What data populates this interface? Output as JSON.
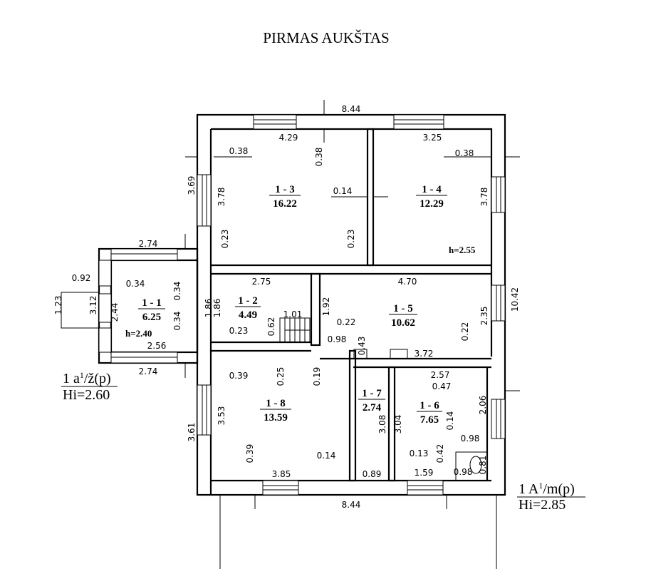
{
  "title": "PIRMAS AUKŠTAS",
  "overall": {
    "width_top": "8.44",
    "width_bottom": "8.44",
    "height_right": "10.42"
  },
  "rooms": [
    {
      "id": "1 - 1",
      "area": "6.25"
    },
    {
      "id": "1 - 2",
      "area": "4.49"
    },
    {
      "id": "1 - 3",
      "area": "16.22"
    },
    {
      "id": "1 - 4",
      "area": "12.29"
    },
    {
      "id": "1 - 5",
      "area": "10.62"
    },
    {
      "id": "1 - 6",
      "area": "7.65"
    },
    {
      "id": "1 - 7",
      "area": "2.74"
    },
    {
      "id": "1 - 8",
      "area": "13.59"
    }
  ],
  "heights": {
    "room_1_4": "h=2.55",
    "room_1_1": "h=2.40"
  },
  "annex_label": {
    "line1": "1 a",
    "sup": "1",
    "line1b": "/ž(p)",
    "line2": "Hi=2.60"
  },
  "main_label": {
    "line1": "1 A",
    "sup": "1",
    "line1b": "/m(p)",
    "line2": "Hi=2.85"
  },
  "dims": {
    "r3_width": "4.29",
    "r3_wall_left": "0.38",
    "r3_wall_top": "0.38",
    "r3_height": "3.78",
    "r3_partition": "0.14",
    "r3_low_left": "0.23",
    "r3_low_right": "0.23",
    "r4_width": "3.25",
    "r4_wall": "0.38",
    "r4_height": "3.78",
    "left_upper": "3.69",
    "r11_top": "2.74",
    "r11_bottom_outer": "2.74",
    "r11_inner": "2.56",
    "r11_step": "0.92",
    "r11_wall": "0.34",
    "r11_v1": "0.34",
    "r11_v2": "0.34",
    "r11_h": "2.44",
    "r11_out": "3.12",
    "r11_side": "1.23",
    "r2_width": "2.75",
    "r2_h": "1.86",
    "r2_left": "1.86",
    "r2_stairs": "1.01",
    "r2_a": "0.23",
    "r2_b": "0.62",
    "r5_width": "4.70",
    "r5_h": "1.92",
    "r5_right": "2.35",
    "r5_a": "0.22",
    "r5_b": "0.98",
    "r5_c": "0.22",
    "r5_d": "0.43",
    "r5_e": "3.72",
    "r8_wall": "0.39",
    "r8_a": "0.25",
    "r8_b": "0.19",
    "r8_h": "3.53",
    "r8_low": "0.39",
    "r8_part": "0.14",
    "r8_width": "3.85",
    "left_lower": "3.61",
    "r7_h": "3.08",
    "r7_w": "0.89",
    "r6_width": "2.57",
    "r6_a": "0.47",
    "r6_h": "3.04",
    "r6_r": "2.06",
    "r6_b": "0.14",
    "r6_c": "0.98",
    "r6_d": "0.13",
    "r6_e": "0.42",
    "r6_f": "1.59",
    "r6_g": "0.98",
    "r6_h2": "0.81"
  }
}
